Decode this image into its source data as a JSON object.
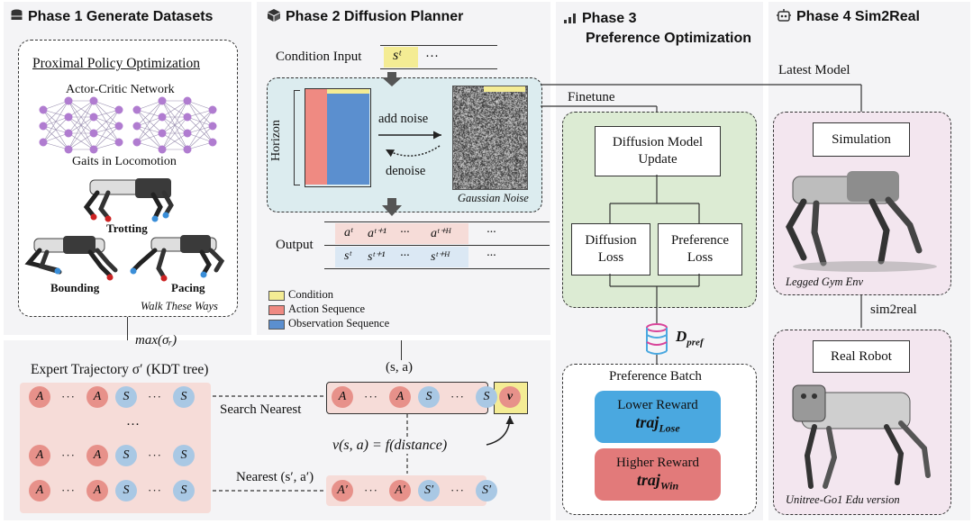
{
  "phases": {
    "p1": {
      "title": "Phase 1  Generate Datasets",
      "icon": "database-icon"
    },
    "p2": {
      "title": "Phase 2 Diffusion Planner",
      "icon": "cube-icon"
    },
    "p3": {
      "title_line1": "Phase 3",
      "title_line2": "Preference Optimization",
      "icon": "bar-chart-icon"
    },
    "p4": {
      "title": "Phase 4  Sim2Real",
      "icon": "robot-icon"
    }
  },
  "phase1": {
    "ppo": "Proximal Policy Optimization",
    "actor_critic": "Actor-Critic Network",
    "gaits": "Gaits in Locomotion",
    "trotting": "Trotting",
    "bounding": "Bounding",
    "pacing": "Pacing",
    "walk_these_ways": "Walk These Ways"
  },
  "phase2": {
    "condition_input": "Condition Input",
    "cond_sym": "sᵗ",
    "cond_dots": "···",
    "horizon": "Horizon",
    "add_noise": "add noise",
    "denoise": "denoise",
    "gaussian_noise": "Gaussian Noise",
    "output": "Output",
    "action_row": [
      "aᵗ",
      "aᵗ⁺¹",
      "···",
      "aᵗ⁺ᴴ",
      "···"
    ],
    "obs_row": [
      "sᵗ",
      "sᵗ⁺¹",
      "···",
      "sᵗ⁺ᴴ",
      "···"
    ],
    "legend": [
      {
        "label": "Condition",
        "color": "#f4ec94"
      },
      {
        "label": "Action Sequence",
        "color": "#ef8a82"
      },
      {
        "label": "Observation Sequence",
        "color": "#5b8fcf"
      }
    ]
  },
  "bottom": {
    "max_sigma": "max(σᵣ)",
    "expert": "Expert Trajectory σ′ (KDT tree)",
    "sa": "(s, a)",
    "search_nearest": "Search Nearest",
    "nearest": "Nearest (s′, a′)",
    "v_func": "v(s, a) = f(distance)",
    "v_sym": "v",
    "row_syms": [
      "A",
      "···",
      "A",
      "S",
      "···",
      "S"
    ],
    "prime_syms": [
      "A′",
      "···",
      "A′",
      "S′",
      "···",
      "S′"
    ],
    "vdots": "···"
  },
  "phase3": {
    "finetune": "Finetune",
    "dm_update_1": "Diffusion Model",
    "dm_update_2": "Update",
    "diff_loss_1": "Diffusion",
    "diff_loss_2": "Loss",
    "pref_loss_1": "Preference",
    "pref_loss_2": "Loss",
    "d_pref": "D",
    "d_pref_sub": "pref",
    "pref_batch": "Preference Batch",
    "lower_reward": "Lower Reward",
    "traj_lose": "traj",
    "traj_lose_sub": "Lose",
    "higher_reward": "Higher Reward",
    "traj_win": "traj",
    "traj_win_sub": "Win"
  },
  "phase4": {
    "latest_model": "Latest Model",
    "simulation": "Simulation",
    "legged_gym": "Legged Gym Env",
    "sim2real": "sim2real",
    "real_robot": "Real Robot",
    "unitree": "Unitree-Go1 Edu version"
  },
  "colors": {
    "panel": "#f4f4f6",
    "action": "#e7918a",
    "obs": "#a9c8e4",
    "condition": "#f4ec94",
    "green": "#dcebd3",
    "pink_panel": "#f3e6ef",
    "blue_reward": "#4aa8e0",
    "red_reward": "#e27a7a",
    "planner_bg": "#dcecef",
    "row_bg": "#f6dcd8",
    "purple_node": "#b07cd0"
  }
}
